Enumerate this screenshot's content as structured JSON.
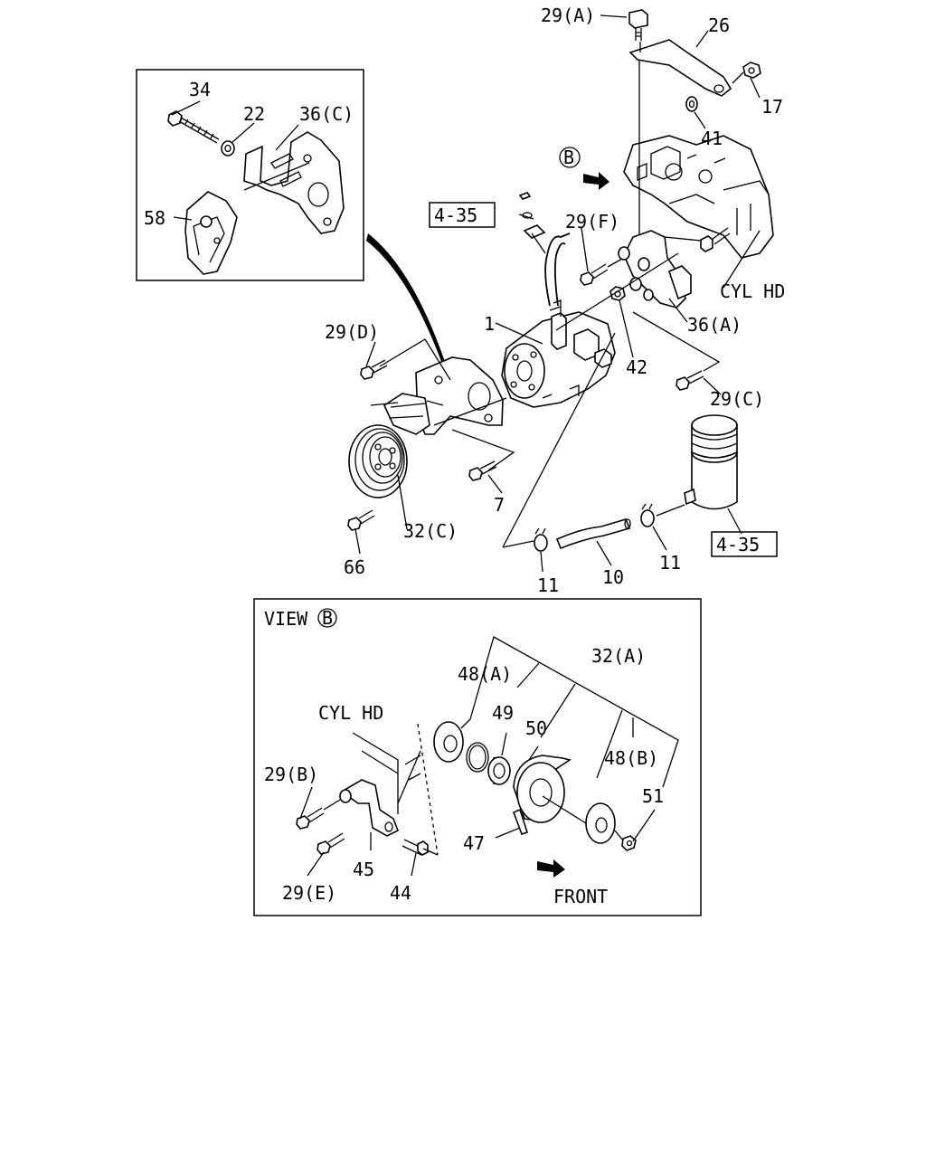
{
  "labels": {
    "l29A": "29(A)",
    "l26": "26",
    "l17": "17",
    "l41": "41",
    "l34": "34",
    "l22": "22",
    "l36C": "36(C)",
    "l58": "58",
    "l435a": "4-35",
    "l29F": "29(F)",
    "lcylhd1": "CYL HD",
    "l36A": "36(A)",
    "l1": "1",
    "l42": "42",
    "l29D": "29(D)",
    "l29C": "29(C)",
    "l7": "7",
    "l32C": "32(C)",
    "l66": "66",
    "l11a": "11",
    "l10": "10",
    "l11b": "11",
    "l435b": "4-35",
    "view": "VIEW",
    "viewB": "B",
    "markerB": "B",
    "l32A": "32(A)",
    "l48A": "48(A)",
    "l49": "49",
    "l50": "50",
    "l48B": "48(B)",
    "l51": "51",
    "lcylhd2": "CYL HD",
    "l29B": "29(B)",
    "l45": "45",
    "l44": "44",
    "l29E": "29(E)",
    "l47": "47",
    "front": "FRONT"
  }
}
